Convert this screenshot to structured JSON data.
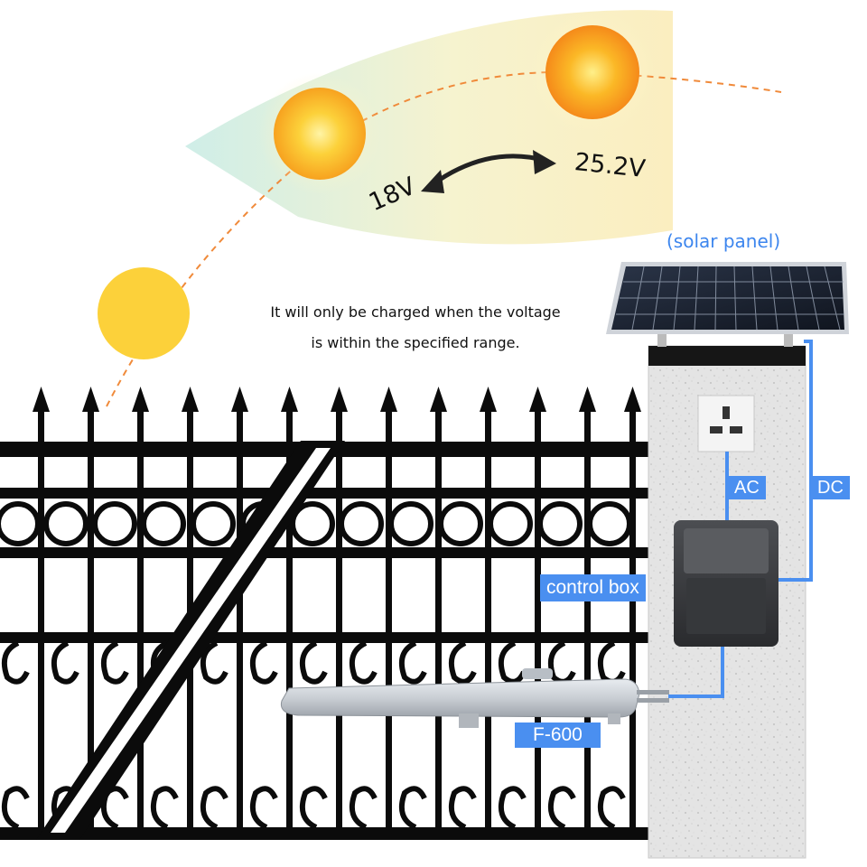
{
  "sky": {
    "voltage_low": "18V",
    "voltage_high": "25.2V",
    "note_line1": "It will only be charged when the voltage",
    "note_line2": "is within the specified range."
  },
  "labels": {
    "solar_panel": "(solar panel)",
    "ac": "AC",
    "dc": "DC",
    "control_box": "control box",
    "opener": "F-600"
  },
  "colors": {
    "accent_blue": "#4a8ff0",
    "sun_core": "#fcd13a",
    "sun_edge": "#f7a21f",
    "fence": "#0b0b0b",
    "pillar": "#e2e2e2",
    "arc_fill": "#d6efe6"
  }
}
